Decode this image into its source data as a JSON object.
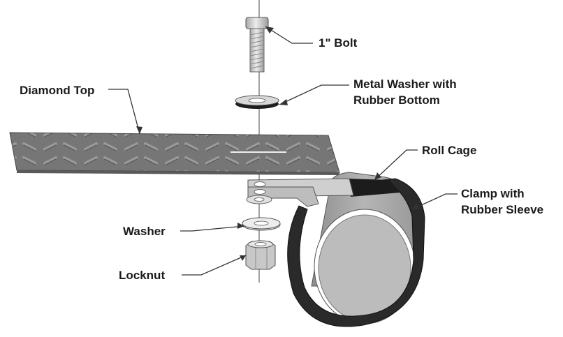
{
  "labels": {
    "bolt": "1\" Bolt",
    "metal_washer_line1": "Metal Washer with",
    "metal_washer_line2": "Rubber Bottom",
    "diamond_top": "Diamond Top",
    "roll_cage": "Roll Cage",
    "clamp_line1": "Clamp with",
    "clamp_line2": "Rubber Sleeve",
    "washer": "Washer",
    "locknut": "Locknut"
  },
  "colors": {
    "plate": "#7a7a7a",
    "plate_edge": "#5d5d5d",
    "metal_light": "#e3e3e3",
    "metal_mid": "#b8b8b8",
    "rubber": "#222222",
    "tube": "#a9a9a9",
    "tube_inner": "#c2c2c2",
    "line": "#333333"
  }
}
